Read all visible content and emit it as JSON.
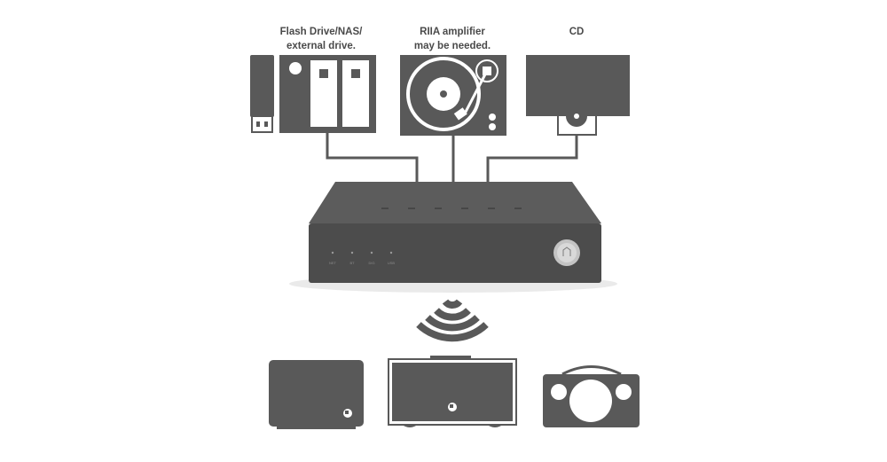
{
  "sources": {
    "flash_nas_label": "Flash Drive/NAS/\nexternal drive.",
    "turntable_label": "RIIA amplifier\nmay be needed.",
    "cd_label": "CD"
  },
  "streamer": {
    "led_labels": [
      "NET",
      "BT",
      "DIG",
      "USB"
    ]
  },
  "colors": {
    "icon_gray": "#595959",
    "streamer_top": "#5a5a5a",
    "streamer_front": "#4d4d4d",
    "knob": "#bfbfbf"
  },
  "icons": [
    "usb-stick-icon",
    "nas-drive-icon",
    "turntable-icon",
    "cd-player-icon",
    "wireless-signal-icon",
    "speaker-icon",
    "soundbar-speaker-icon",
    "retro-radio-icon"
  ]
}
